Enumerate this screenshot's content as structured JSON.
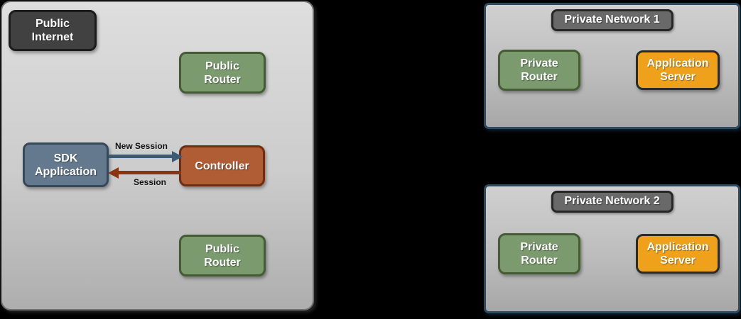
{
  "public_zone": {
    "label": "Public Internet",
    "nodes": {
      "public_router_top": "Public Router",
      "sdk_application": "SDK Application",
      "controller": "Controller",
      "public_router_bottom": "Public Router"
    },
    "arrows": {
      "new_session": "New Session",
      "session": "Session"
    }
  },
  "private_networks": [
    {
      "title": "Private Network 1",
      "nodes": {
        "router": "Private Router",
        "server": "Application Server"
      }
    },
    {
      "title": "Private Network 2",
      "nodes": {
        "router": "Private Router",
        "server": "Application Server"
      }
    }
  ],
  "colors": {
    "background": "#000000",
    "zone_fill_top": "#dedede",
    "zone_fill_bottom": "#aeaeae",
    "zone_border": "#6f6f6f",
    "network_border": "#2d4a63",
    "network_title_fill": "#696969",
    "node_dark": "#414141",
    "node_green": "#7b9a6e",
    "node_green_border": "#455b33",
    "node_blue": "#64798e",
    "node_rust": "#b05c35",
    "node_orange": "#f0a11b",
    "arrow_blue": "#3c5a74",
    "arrow_red": "#8a3512"
  }
}
